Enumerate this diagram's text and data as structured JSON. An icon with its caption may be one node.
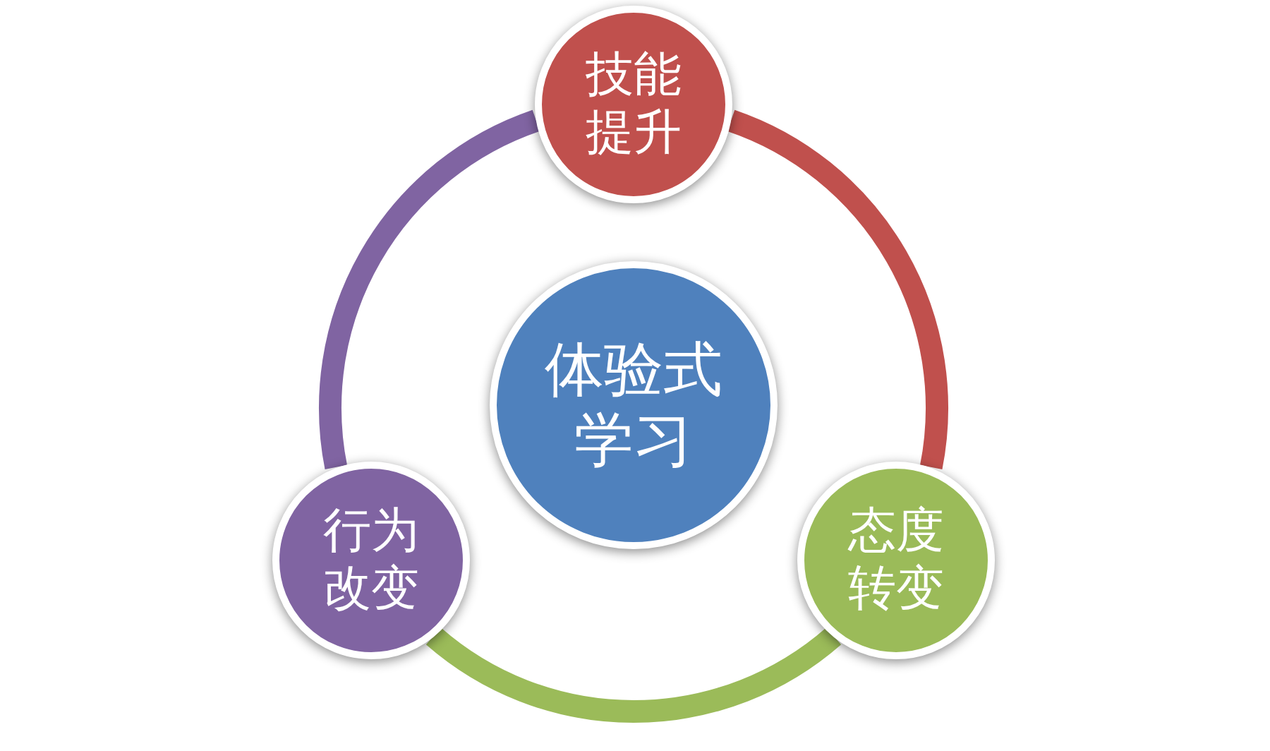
{
  "diagram": {
    "nodes": [
      {
        "text": [
          "技能提升"
        ]
      },
      {
        "text": [
          "体验式学习"
        ]
      },
      {
        "text": [
          "行为改变"
        ]
      },
      {
        "text": [
          "态度转变"
        ]
      }
    ],
    "edges": [
      {
        "from": 0,
        "to": 3,
        "arrow": "none",
        "color": "#c0504d"
      },
      {
        "from": 3,
        "to": 2,
        "arrow": "none",
        "color": "#9bbb59"
      },
      {
        "from": 2,
        "to": 0,
        "arrow": "none",
        "color": "#8064a2"
      }
    ]
  }
}
